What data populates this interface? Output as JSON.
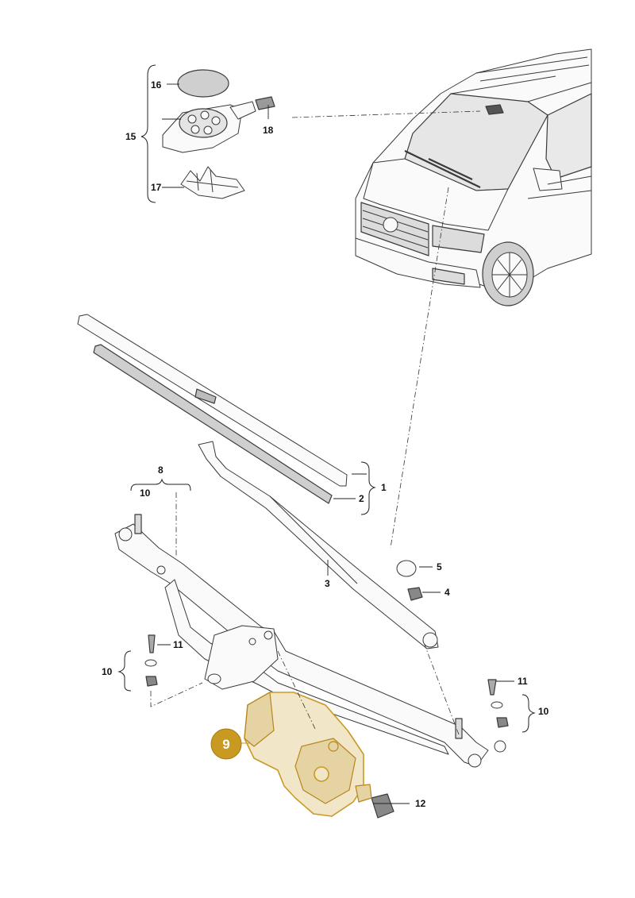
{
  "diagram": {
    "highlight_color": "#c99a22",
    "callouts": [
      {
        "number": "1"
      },
      {
        "number": "2"
      },
      {
        "number": "3"
      },
      {
        "number": "4"
      },
      {
        "number": "5"
      },
      {
        "number": "8"
      },
      {
        "number": "9"
      },
      {
        "number": "10"
      },
      {
        "number": "11"
      },
      {
        "number": "12"
      },
      {
        "number": "15"
      },
      {
        "number": "16"
      },
      {
        "number": "17"
      },
      {
        "number": "18"
      }
    ]
  }
}
